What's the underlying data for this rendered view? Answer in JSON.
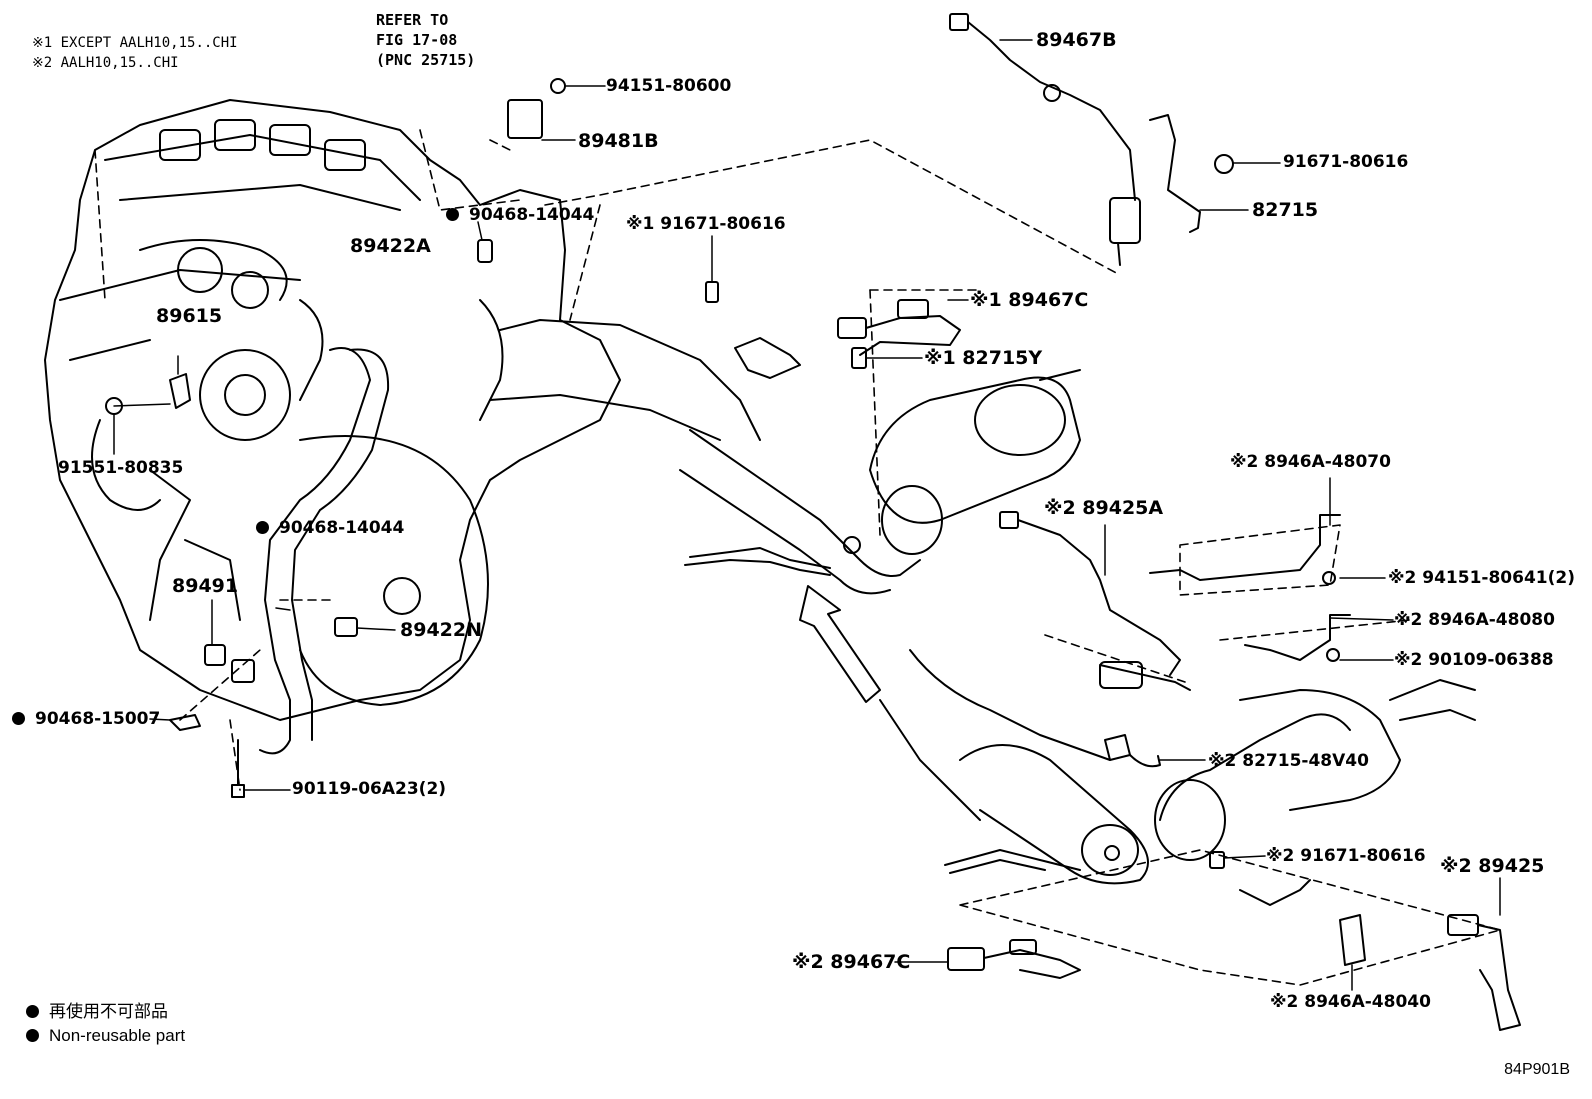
{
  "notes": {
    "note1": "※1 EXCEPT AALH10,15..CHI",
    "note2": "※2 AALH10,15..CHI"
  },
  "refer": {
    "line1": "REFER TO",
    "line2": "FIG 17-08",
    "line3": "(PNC 25715)"
  },
  "labels": {
    "p_94151_80600": "94151-80600",
    "p_89481B": "89481B",
    "p_89467B": "89467B",
    "p_91671_80616_top": "91671-80616",
    "p_82715": "82715",
    "p_90468_14044_top": "90468-14044",
    "p_89422A": "89422A",
    "p_91671_80616_mid": "※1 91671-80616",
    "p_89467C_top": "※1 89467C",
    "p_82715Y": "※1 82715Y",
    "p_89615": "89615",
    "p_91551_80835": "91551-80835",
    "p_90468_14044_mid": "90468-14044",
    "p_89491": "89491",
    "p_89422N": "89422N",
    "p_90468_15007": "90468-15007",
    "p_90119_06A23": "90119-06A23(2)",
    "p_8946A_48070": "※2 8946A-48070",
    "p_89425A": "※2 89425A",
    "p_94151_80641": "※2 94151-80641(2)",
    "p_8946A_48080": "※2 8946A-48080",
    "p_90109_06388": "※2 90109-06388",
    "p_82715_48V40": "※2 82715-48V40",
    "p_91671_80616_low": "※2 91671-80616",
    "p_89425": "※2 89425",
    "p_89467C_low": "※2 89467C",
    "p_8946A_48040": "※2 8946A-48040"
  },
  "legend": {
    "line_jp": "再使用不可部品",
    "line_en": "Non-reusable part"
  },
  "figure_code": "84P901B"
}
